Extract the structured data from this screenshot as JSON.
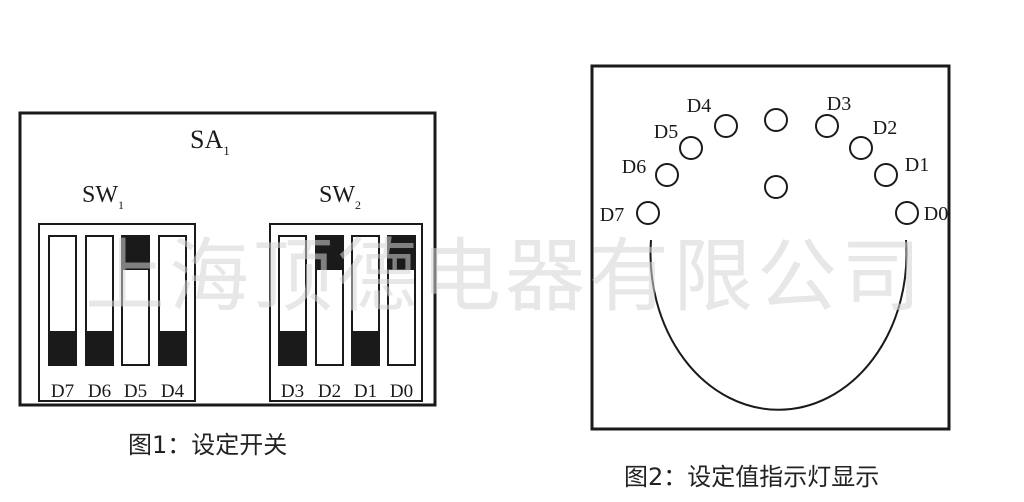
{
  "fig1": {
    "title_main": "SA",
    "title_sub": "1",
    "group_left": {
      "label": "SW",
      "sub": "1"
    },
    "group_right": {
      "label": "SW",
      "sub": "2"
    },
    "switches": [
      {
        "label": "D7",
        "state": "off"
      },
      {
        "label": "D6",
        "state": "off"
      },
      {
        "label": "D5",
        "state": "on"
      },
      {
        "label": "D4",
        "state": "off"
      },
      {
        "label": "D3",
        "state": "off"
      },
      {
        "label": "D2",
        "state": "on"
      },
      {
        "label": "D1",
        "state": "off"
      },
      {
        "label": "D0",
        "state": "on"
      }
    ],
    "caption": "图1：设定开关"
  },
  "fig2": {
    "lamps": [
      {
        "label": "D7"
      },
      {
        "label": "D6"
      },
      {
        "label": "D5"
      },
      {
        "label": "D4"
      },
      {
        "label": "D3"
      },
      {
        "label": "D2"
      },
      {
        "label": "D1"
      },
      {
        "label": "D0"
      }
    ],
    "caption": "图2：设定值指示灯显示"
  },
  "watermark": "上海顶德电器有限公司",
  "colors": {
    "line": "#1a1a1a",
    "fill": "#1a1a1a",
    "watermark": "#d4d4d4"
  }
}
